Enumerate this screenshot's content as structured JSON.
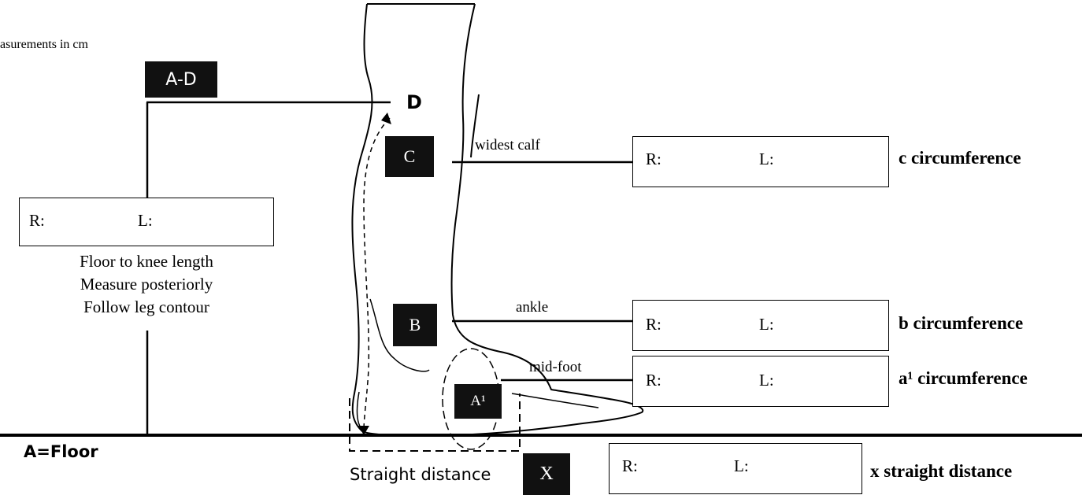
{
  "header": {
    "units_note": "asurements in cm"
  },
  "markers": {
    "ad": "A-D",
    "d": "D",
    "c": "C",
    "b": "B",
    "a1": "A¹",
    "x": "X",
    "floor": "A=Floor"
  },
  "labels": {
    "widest_calf": "widest calf",
    "ankle": "ankle",
    "mid_foot": "mid-foot",
    "straight_distance": "Straight distance"
  },
  "length_box": {
    "r": "R:",
    "l": "L:",
    "notes": [
      "Floor to knee length",
      "Measure posteriorly",
      "Follow leg contour"
    ]
  },
  "measure_boxes": [
    {
      "id": "c",
      "r": "R:",
      "l": "L:",
      "side_label": "c circumference"
    },
    {
      "id": "b",
      "r": "R:",
      "l": "L:",
      "side_label": "b circumference"
    },
    {
      "id": "a1",
      "r": "R:",
      "l": "L:",
      "side_label": "a¹ circumference"
    },
    {
      "id": "x",
      "r": "R:",
      "l": "L:",
      "side_label": "x straight distance"
    }
  ]
}
